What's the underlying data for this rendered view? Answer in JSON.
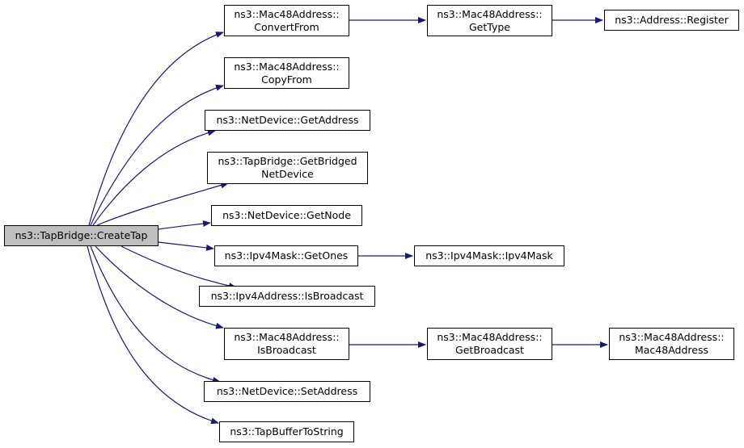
{
  "colors": {
    "edge": "#191970",
    "border": "#000000",
    "root_fill": "#bfbfbf",
    "node_fill": "#ffffff"
  },
  "nodes": {
    "create_tap": [
      "ns3::TapBridge::CreateTap"
    ],
    "convert_from": [
      "ns3::Mac48Address::",
      "ConvertFrom"
    ],
    "get_type": [
      "ns3::Mac48Address::",
      "GetType"
    ],
    "address_register": [
      "ns3::Address::Register"
    ],
    "copy_from": [
      "ns3::Mac48Address::",
      "CopyFrom"
    ],
    "get_address": [
      "ns3::NetDevice::GetAddress"
    ],
    "get_bridged_netdevice": [
      "ns3::TapBridge::GetBridged",
      "NetDevice"
    ],
    "get_node": [
      "ns3::NetDevice::GetNode"
    ],
    "get_ones": [
      "ns3::Ipv4Mask::GetOnes"
    ],
    "ipv4mask_ctor": [
      "ns3::Ipv4Mask::Ipv4Mask"
    ],
    "ipv4_is_broadcast": [
      "ns3::Ipv4Address::IsBroadcast"
    ],
    "mac48_is_broadcast": [
      "ns3::Mac48Address::",
      "IsBroadcast"
    ],
    "get_broadcast": [
      "ns3::Mac48Address::",
      "GetBroadcast"
    ],
    "mac48_ctor": [
      "ns3::Mac48Address::",
      "Mac48Address"
    ],
    "set_address": [
      "ns3::NetDevice::SetAddress"
    ],
    "tap_buffer_to_string": [
      "ns3::TapBufferToString"
    ]
  },
  "edges": [
    [
      "create_tap",
      "convert_from"
    ],
    [
      "create_tap",
      "copy_from"
    ],
    [
      "create_tap",
      "get_address"
    ],
    [
      "create_tap",
      "get_bridged_netdevice"
    ],
    [
      "create_tap",
      "get_node"
    ],
    [
      "create_tap",
      "get_ones"
    ],
    [
      "create_tap",
      "ipv4_is_broadcast"
    ],
    [
      "create_tap",
      "mac48_is_broadcast"
    ],
    [
      "create_tap",
      "set_address"
    ],
    [
      "create_tap",
      "tap_buffer_to_string"
    ],
    [
      "convert_from",
      "get_type"
    ],
    [
      "get_type",
      "address_register"
    ],
    [
      "get_ones",
      "ipv4mask_ctor"
    ],
    [
      "mac48_is_broadcast",
      "get_broadcast"
    ],
    [
      "get_broadcast",
      "mac48_ctor"
    ]
  ]
}
